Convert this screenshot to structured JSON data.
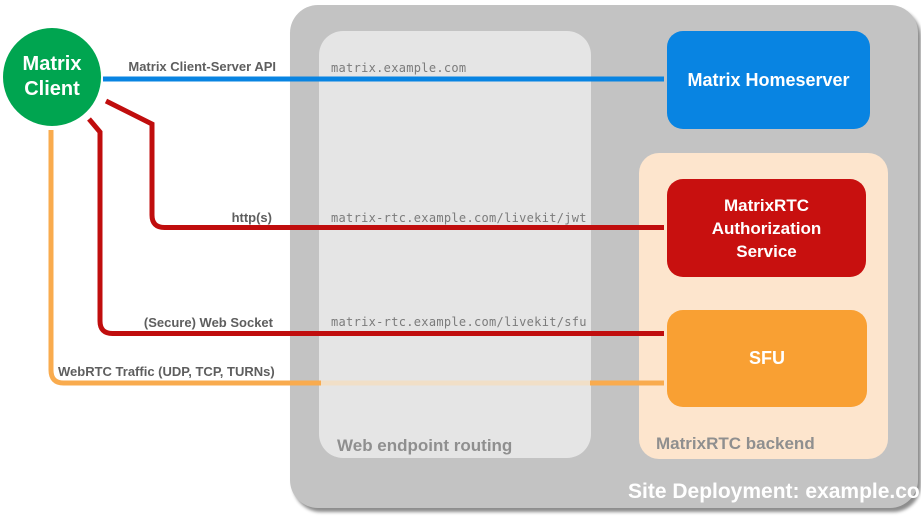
{
  "title": "Site Deployment: example.com",
  "colors": {
    "canvas_bg": "#ffffff",
    "site_container": "#c3c3c3",
    "routing_box": "#e5e5e5",
    "backend_box": "#fde5cd",
    "client_green": "#00a550",
    "homeserver_blue": "#0884e2",
    "auth_red": "#c8100f",
    "sfu_orange": "#f9a033",
    "webrtc_faded_segment": "#f1dfc7",
    "section_label_gray": "#8f8f8f",
    "arrow_label_gray": "#5e5e5e",
    "endpoint_text_gray": "#7b7b7b",
    "node_text": "#ffffff"
  },
  "nodes": {
    "client": {
      "line1": "Matrix",
      "line2": "Client"
    },
    "homeserver": {
      "label": "Matrix Homeserver"
    },
    "auth_service": {
      "label": "MatrixRTC Authorization Service"
    },
    "sfu": {
      "label": "SFU"
    }
  },
  "containers": {
    "site": {
      "label": "Site Deployment: example.com"
    },
    "routing": {
      "label": "Web endpoint routing"
    },
    "backend": {
      "label": "MatrixRTC backend"
    }
  },
  "endpoints": [
    "matrix.example.com",
    "matrix-rtc.example.com/livekit/jwt",
    "matrix-rtc.example.com/livekit/sfu"
  ],
  "arrows": [
    {
      "label": "Matrix Client-Server API",
      "color": "#0884e2",
      "from": "Matrix Client",
      "to": "Matrix Homeserver"
    },
    {
      "label": "http(s)",
      "color": "#c00d0d",
      "from": "Matrix Client",
      "to": "MatrixRTC Authorization Service"
    },
    {
      "label": "(Secure) Web Socket",
      "color": "#c00d0d",
      "from": "Matrix Client",
      "to": "SFU"
    },
    {
      "label": "WebRTC Traffic (UDP, TCP, TURNs)",
      "color": "#f9ab4e",
      "from": "Matrix Client",
      "to": "SFU"
    }
  ]
}
